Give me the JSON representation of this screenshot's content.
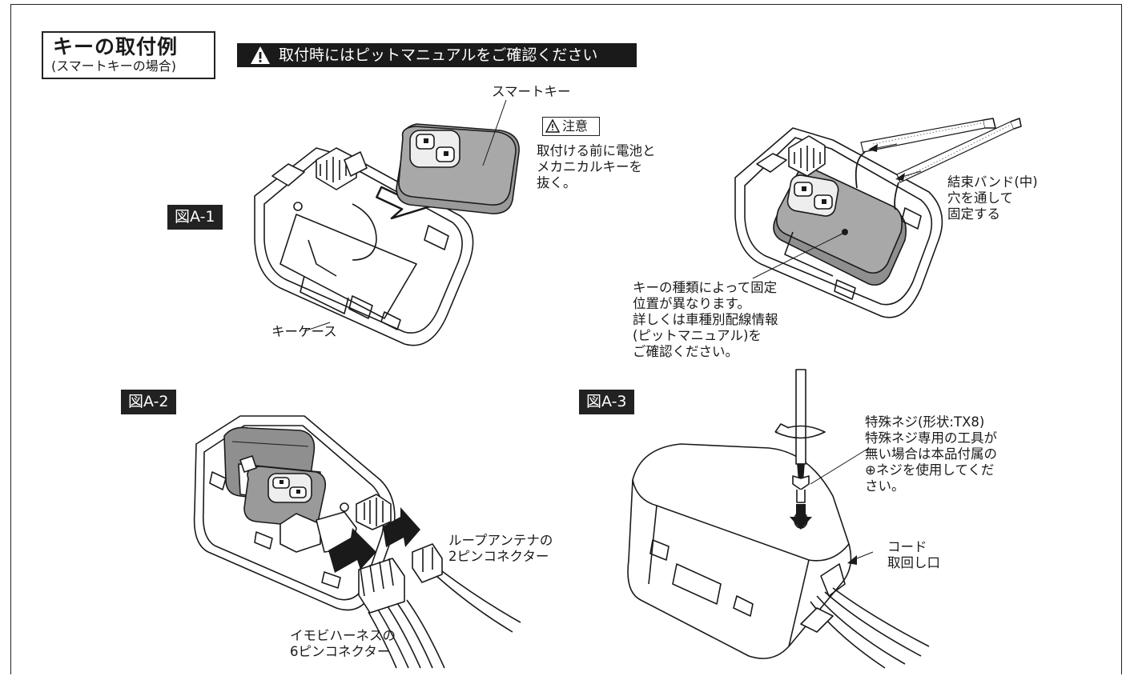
{
  "header": {
    "title": "キーの取付例",
    "subtitle": "(スマートキーの場合)",
    "warning_banner": "取付時にはピットマニュアルをご確認ください"
  },
  "figures": {
    "a1": {
      "label": "図A-1",
      "smart_key_label": "スマートキー",
      "caution_badge": "注意",
      "caution_text": "取付ける前に電池と\nメカニカルキーを\n抜く。",
      "key_case_label": "キーケース"
    },
    "a1_right": {
      "band_text": "結束バンド(中)\n穴を通して\n固定する",
      "key_position_note": "キーの種類によって固定\n位置が異なります。\n詳しくは車種別配線情報\n(ピットマニュアル)を\nご確認ください。"
    },
    "a2": {
      "label": "図A-2",
      "loop_antenna_connector": "ループアンテナの\n2ピンコネクター",
      "immobi_harness_connector": "イモビハーネスの\n6ピンコネクター"
    },
    "a3": {
      "label": "図A-3",
      "special_screw_note": "特殊ネジ(形状:TX8)\n特殊ネジ専用の工具が\n無い場合は本品付属の\n⊕ネジを使用してくだ\nさい。",
      "cord_outlet": "コード\n取回し口"
    }
  },
  "colors": {
    "ink": "#1a1a1a",
    "key_gray": "#9a9a9a",
    "banner_bg": "#1a1a1a",
    "banner_text": "#ffffff"
  }
}
